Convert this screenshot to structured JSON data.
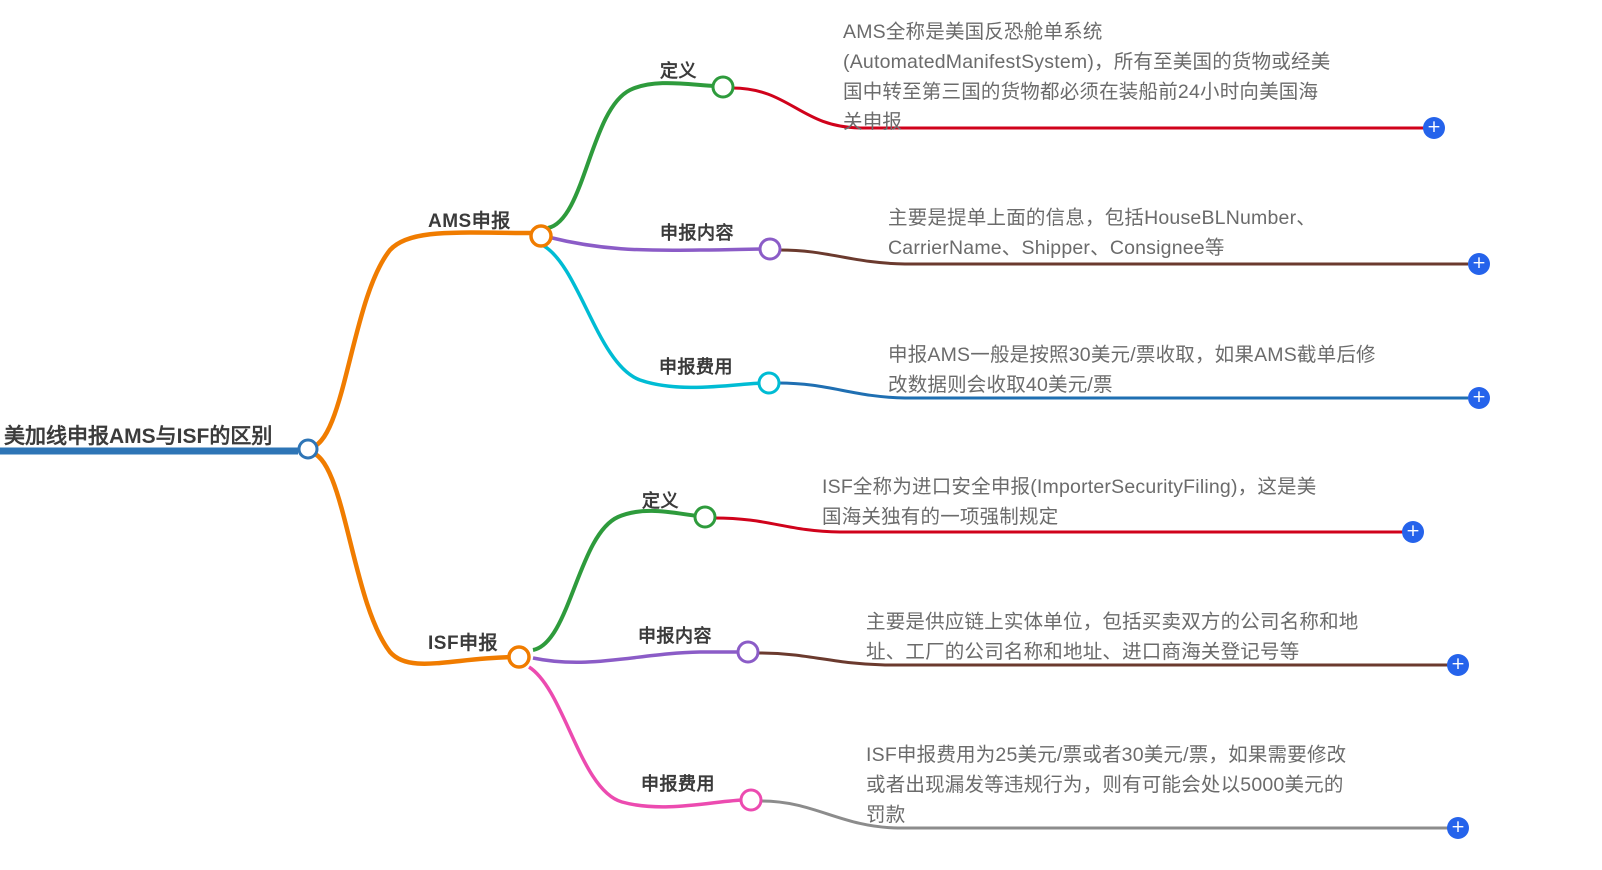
{
  "diagram": {
    "type": "mind-map",
    "root": {
      "label": "美加线申报AMS与ISF的区别",
      "node_color": "#2E75B6",
      "bar_color": "#2E75B6"
    },
    "branches": [
      {
        "label": "AMS申报",
        "node_color": "#F07C00",
        "link_color": "#F07C00",
        "children": [
          {
            "label": "定义",
            "node_color": "#2E9B3C",
            "link_color": "#2E9B3C",
            "leaf_link_color": "#D0021B",
            "text": "AMS全称是美国反恐舱单系统\n(AutomatedManifestSystem)，所有至美国的货物或经美\n国中转至第三国的货物都必须在装船前24小时向美国海\n关申报",
            "expand_label": "+"
          },
          {
            "label": "申报内容",
            "node_color": "#8B5CC7",
            "link_color": "#8B5CC7",
            "leaf_link_color": "#6B3A2E",
            "text": "主要是提单上面的信息，包括HouseBLNumber、\nCarrierName、Shipper、Consignee等",
            "expand_label": "+"
          },
          {
            "label": "申报费用",
            "node_color": "#00BCD4",
            "link_color": "#00BCD4",
            "leaf_link_color": "#1F6FB2",
            "text": "申报AMS一般是按照30美元/票收取，如果AMS截单后修\n改数据则会收取40美元/票",
            "expand_label": "+"
          }
        ]
      },
      {
        "label": "ISF申报",
        "node_color": "#F07C00",
        "link_color": "#F07C00",
        "children": [
          {
            "label": "定义",
            "node_color": "#2E9B3C",
            "link_color": "#2E9B3C",
            "leaf_link_color": "#D0021B",
            "text": "ISF全称为进口安全申报(ImporterSecurityFiling)，这是美\n国海关独有的一项强制规定",
            "expand_label": "+"
          },
          {
            "label": "申报内容",
            "node_color": "#8B5CC7",
            "link_color": "#8B5CC7",
            "leaf_link_color": "#6B3A2E",
            "text": "主要是供应链上实体单位，包括买卖双方的公司名称和地\n址、工厂的公司名称和地址、进口商海关登记号等",
            "expand_label": "+"
          },
          {
            "label": "申报费用",
            "node_color": "#EC4BB0",
            "link_color": "#EC4BB0",
            "leaf_link_color": "#8C8C8C",
            "text": "ISF申报费用为25美元/票或者30美元/票，如果需要修改\n或者出现漏发等违规行为，则有可能会处以5000美元的\n罚款",
            "expand_label": "+"
          }
        ]
      }
    ]
  }
}
